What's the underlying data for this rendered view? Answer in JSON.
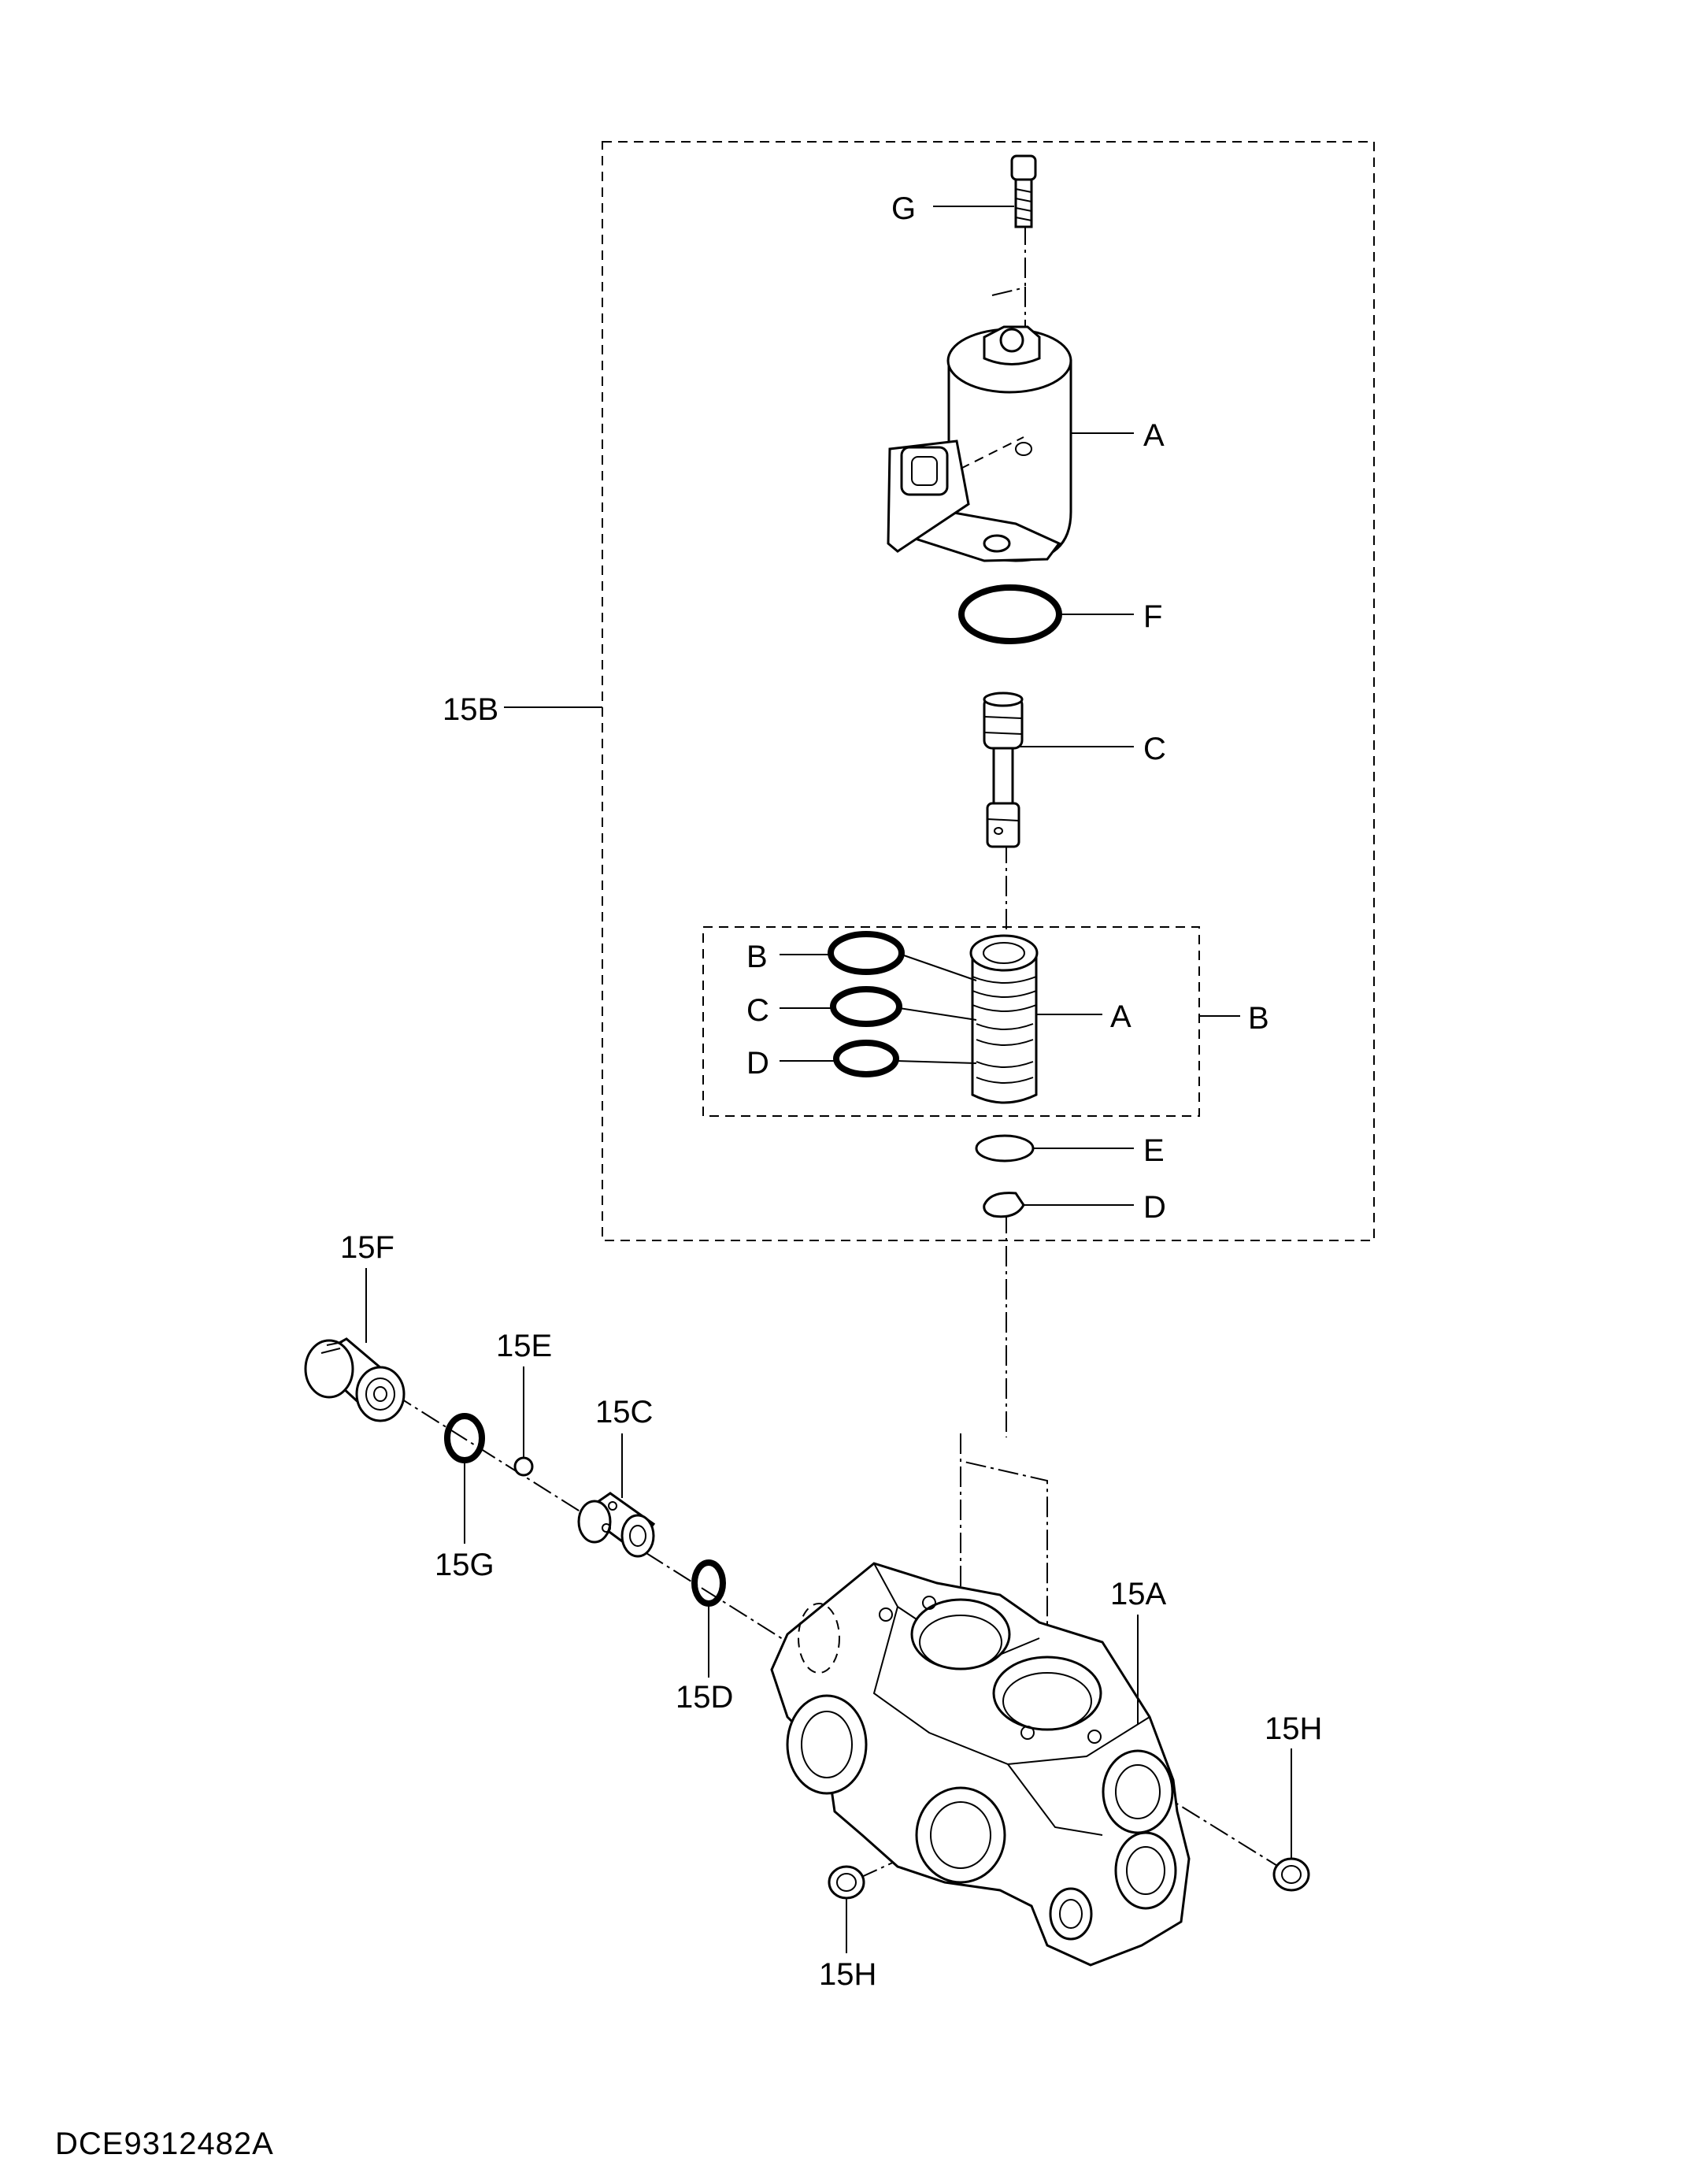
{
  "diagram": {
    "labels": {
      "g": "G",
      "a_solenoid": "A",
      "f": "F",
      "group_15b": "15B",
      "c_spool": "C",
      "b_ring": "B",
      "c_ring": "C",
      "d_ring": "D",
      "a_sleeve": "A",
      "b_group": "B",
      "e_disc": "E",
      "d_clip": "D",
      "p15f": "15F",
      "p15e": "15E",
      "p15c": "15C",
      "p15g": "15G",
      "p15d": "15D",
      "p15a": "15A",
      "p15h_right": "15H",
      "p15h_bottom": "15H"
    },
    "document_code": "DCE9312482A"
  }
}
